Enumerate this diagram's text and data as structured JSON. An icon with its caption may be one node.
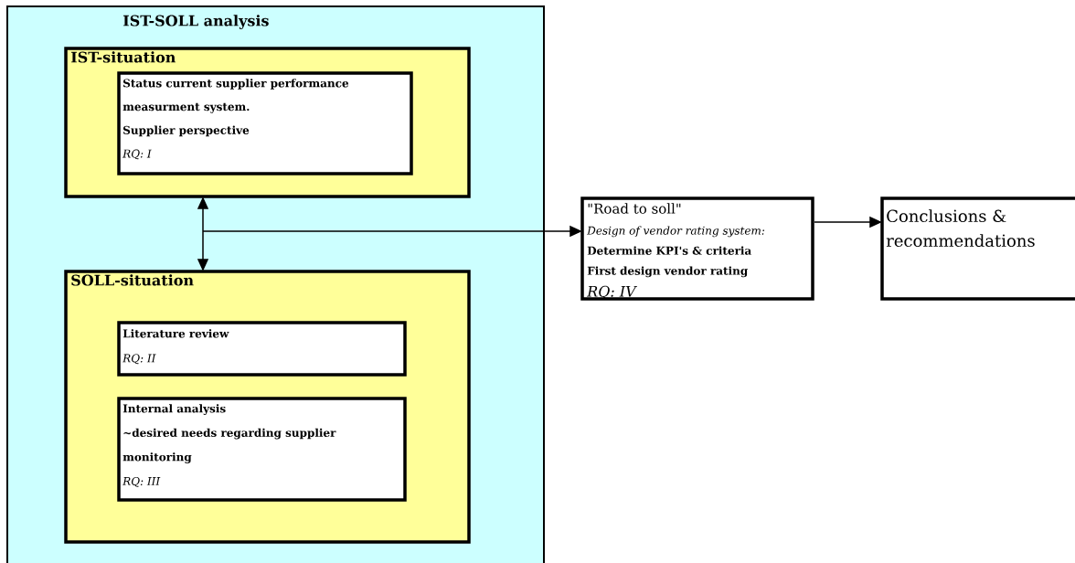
{
  "diagram": {
    "nodes": [
      {
        "text": [
          "IST-SOLL analysis"
        ]
      },
      {
        "text": [
          "IST-situation"
        ],
        "in": 0
      },
      {
        "text": [
          "Status current supplier performance measurment system.",
          "Supplier perspective",
          "RQ: I"
        ],
        "in": 1
      },
      {
        "text": [
          "SOLL-situation"
        ],
        "in": 0
      },
      {
        "text": [
          "Literature review",
          "RQ: II"
        ],
        "in": 3
      },
      {
        "text": [
          "Internal analysis",
          "~desired needs regarding supplier monitoring",
          "RQ: III"
        ],
        "in": 3
      },
      {
        "text": [
          "\"Road to soll\"",
          "Design of vendor rating system:",
          "Determine KPI's & criteria",
          "First design vendor rating",
          "RQ: IV"
        ]
      },
      {
        "text": [
          "Conclusions & recommendations"
        ]
      }
    ],
    "edges": [
      {
        "from": 1,
        "to": 3,
        "arrow": "both"
      },
      {
        "from": null,
        "to": 6,
        "arrow": "to"
      },
      {
        "from": 6,
        "to": 7,
        "arrow": "to"
      }
    ]
  }
}
